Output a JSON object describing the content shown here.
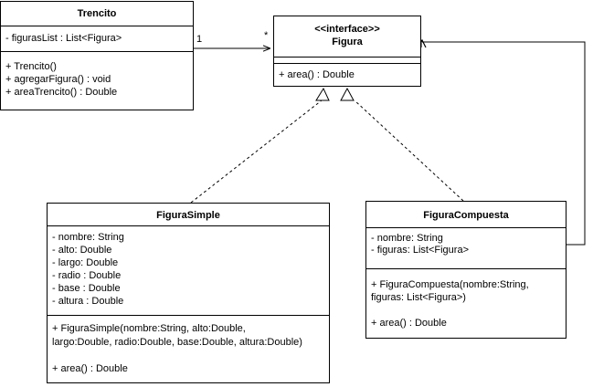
{
  "classes": {
    "trencito": {
      "name": "Trencito",
      "attributes": [
        "- figurasList : List<Figura>"
      ],
      "methods": [
        "+ Trencito()",
        "+ agregarFigura() : void",
        "+ areaTrencito() : Double"
      ]
    },
    "figura": {
      "stereotype": "<<interface>>",
      "name": "Figura",
      "methods": [
        "+ area() : Double"
      ]
    },
    "figura_simple": {
      "name": "FiguraSimple",
      "attributes": [
        "- nombre: String",
        "- alto: Double",
        "- largo: Double",
        "- radio : Double",
        "- base : Double",
        "- altura : Double"
      ],
      "methods": [
        "+ FiguraSimple(nombre:String, alto:Double,",
        "largo:Double, radio:Double, base:Double, altura:Double)",
        "",
        "+ area() : Double"
      ]
    },
    "figura_compuesta": {
      "name": "FiguraCompuesta",
      "attributes": [
        "- nombre: String",
        "- figuras: List<Figura>"
      ],
      "methods": [
        "+ FiguraCompuesta(nombre:String,",
        "figuras: List<Figura>)",
        "",
        "+ area() : Double"
      ]
    }
  },
  "association": {
    "source_multiplicity": "1",
    "target_multiplicity": "*"
  }
}
